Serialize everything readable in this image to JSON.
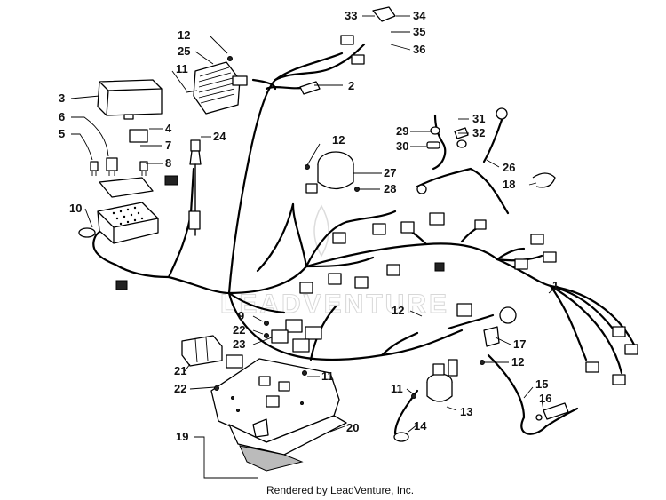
{
  "diagram": {
    "callouts": [
      "1",
      "2",
      "3",
      "4",
      "5",
      "6",
      "7",
      "8",
      "9",
      "10",
      "11",
      "11",
      "11",
      "12",
      "12",
      "12",
      "12",
      "13",
      "14",
      "15",
      "16",
      "17",
      "18",
      "19",
      "20",
      "21",
      "22",
      "22",
      "23",
      "24",
      "25",
      "26",
      "27",
      "28",
      "29",
      "30",
      "31",
      "32",
      "33",
      "34",
      "35",
      "36"
    ],
    "watermark": "LEADVENTURE",
    "footer": "Rendered by LeadVenture, Inc."
  }
}
